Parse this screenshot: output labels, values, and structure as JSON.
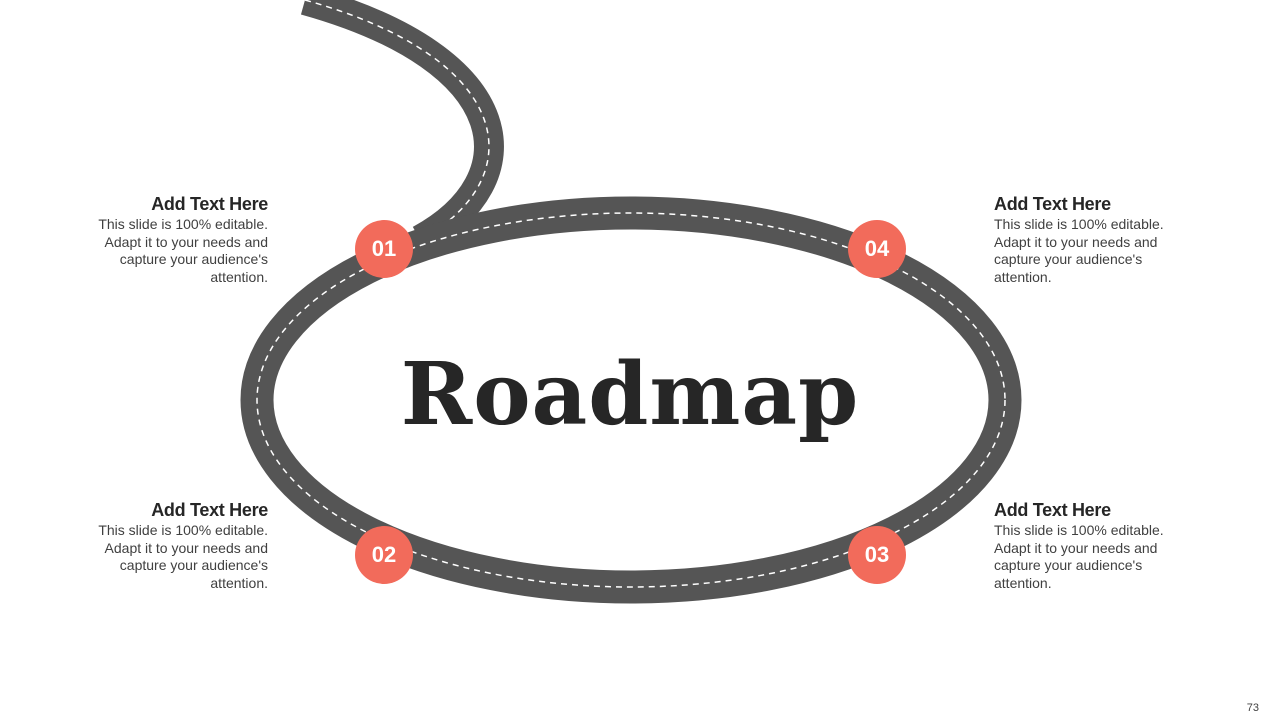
{
  "slide": {
    "title": "Roadmap",
    "page_number": "73",
    "colors": {
      "road": "#555555",
      "road_dash": "#ffffff",
      "milestone": "#f26b5b",
      "text_dark": "#262626",
      "text_body": "#404040"
    }
  },
  "milestones": [
    {
      "label": "01",
      "heading": "Add Text Here",
      "body": "This slide is 100% editable. Adapt it to your needs and capture your audience's attention."
    },
    {
      "label": "02",
      "heading": "Add Text Here",
      "body": "This slide is 100% editable. Adapt it to your needs and capture your audience's attention."
    },
    {
      "label": "03",
      "heading": "Add Text Here",
      "body": "This slide is 100% editable. Adapt it to your needs and capture your audience's attention."
    },
    {
      "label": "04",
      "heading": "Add Text Here",
      "body": "This slide is 100% editable. Adapt it to your needs and capture your audience's attention."
    }
  ]
}
